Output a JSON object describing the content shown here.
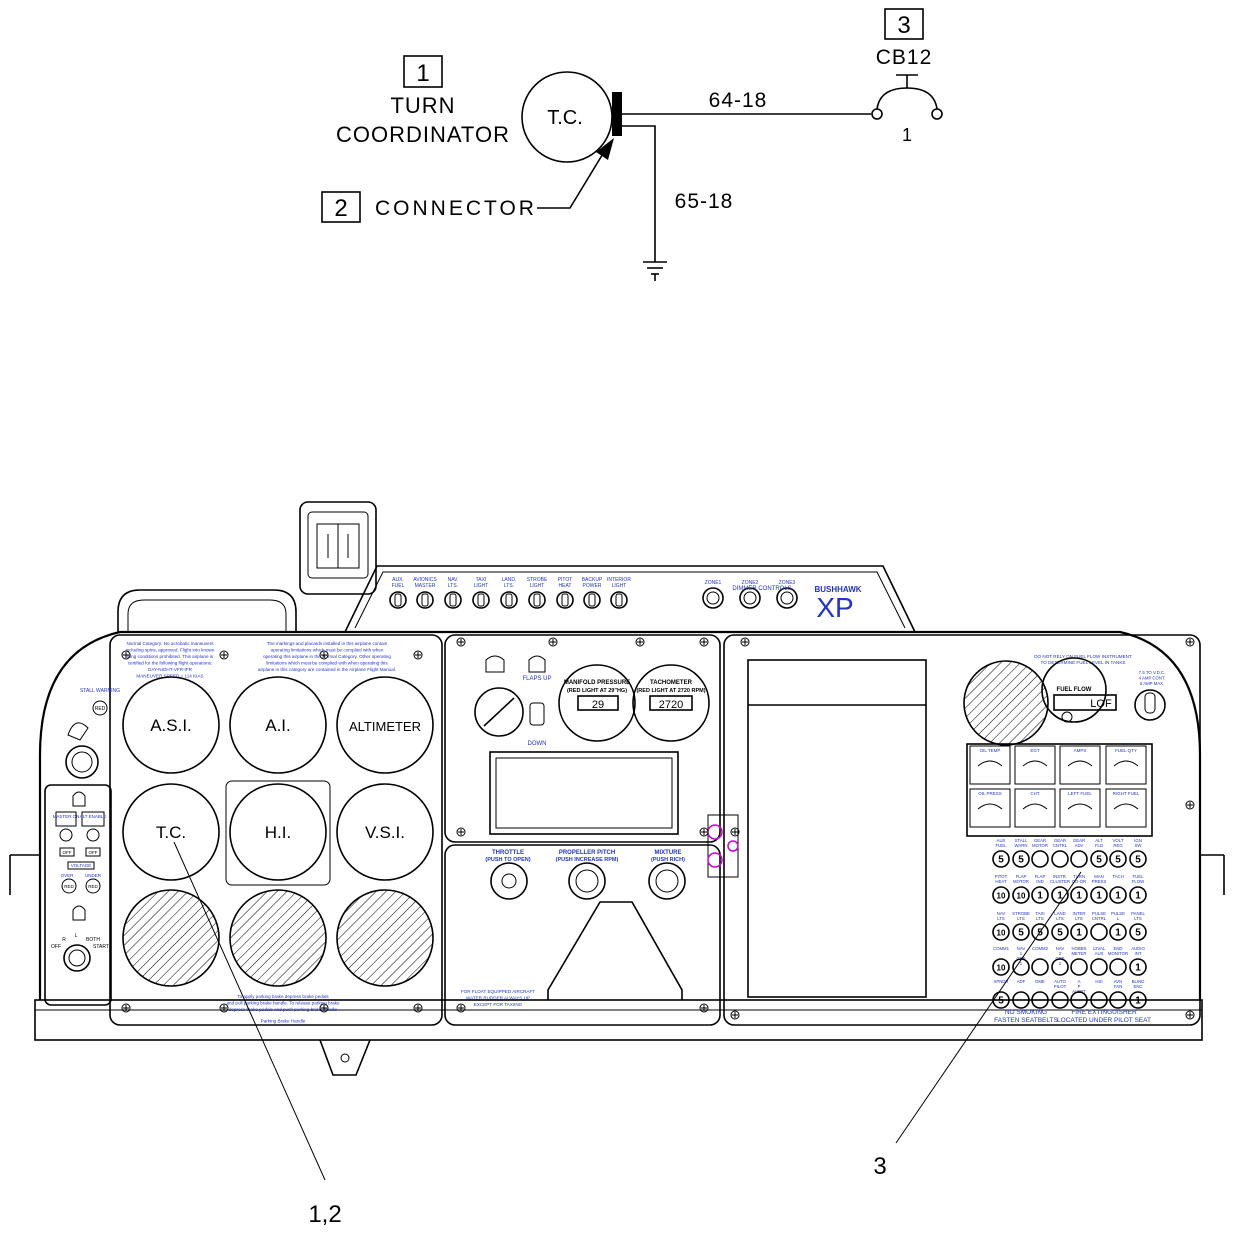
{
  "schematic": {
    "callout_1": "1",
    "callout_2": "2",
    "callout_3": "3",
    "turn_label_1": "TURN",
    "turn_label_2": "COORDINATOR",
    "tc_circle": "T.C.",
    "connector_label": "CONNECTOR",
    "wire_1": "64-18",
    "wire_2": "65-18",
    "breaker_name": "CB12",
    "breaker_rating": "1"
  },
  "panel": {
    "left_placard": [
      "Normal Category: No acrobatic maneuvers",
      "including spins, approved. Flight into known",
      "icing conditions prohibited. This airplane is",
      "certified for the following flight operations:",
      "DAY-NIGHT-VFR-IFR",
      "MANEUVER SPEED = 114 KIAS"
    ],
    "center_placard": [
      "The markings and placards installed in this airplane contain",
      "operating limitations which must be complied with when",
      "operating this airplane in the Normal Category. Other operating",
      "limitations which must be complied with when operating this",
      "airplane in this category are contained in the Airplane Flight Manual."
    ],
    "stall_warning": "STALL WARNING",
    "red": "RED",
    "master": "MASTER ON",
    "alt_enable": "ALT ENABLE",
    "off": "OFF",
    "voltage": "VOLTAGE",
    "over": "OVER",
    "under": "UNDER",
    "mag_r": "R",
    "mag_l": "L",
    "mag_both": "BOTH",
    "mag_off": "OFF",
    "mag_start": "START",
    "gauges": [
      "A.S.I.",
      "A.I.",
      "ALTIMETER",
      "T.C.",
      "H.I.",
      "V.S.I."
    ],
    "parking_text": [
      "To apply parking brake depress brake pedals",
      "and pull parking brake handle. To release parking brake",
      "depress brake pedals and push parking brake handle",
      "Parking Brake Handle"
    ],
    "switches": [
      "AUX. FUEL",
      "AVIONICS MASTER",
      "NAV. LTS.",
      "TAXI LIGHT",
      "LAND. LTS.",
      "STROBE LIGHT",
      "PITOT HEAT",
      "BACKUP POWER",
      "INTERIOR LIGHT"
    ],
    "dimmer_title": "DIMMER CONTROLS",
    "dimmers": [
      "ZONE1",
      "ZONE2",
      "ZONE3"
    ],
    "brand_small": "BUSHHAWK",
    "brand_big": "XP",
    "flaps_up": "FLAPS UP",
    "flaps_down": "DOWN",
    "manifold_title": "MANIFOLD PRESSURE",
    "manifold_sub": "(RED LIGHT AT 29\"HG)",
    "manifold_value": "29",
    "tach_title": "TACHOMETER",
    "tach_sub": "(RED LIGHT AT 2720 RPM)",
    "tach_value": "2720",
    "throttle": "THROTTLE",
    "throttle_sub": "(PUSH TO OPEN)",
    "prop": "PROPELLER PITCH",
    "prop_sub": "(PUSH INCREASE RPM)",
    "mixture": "MIXTURE",
    "mixture_sub": "(PUSH RICH)",
    "float_text": [
      "FOR FLOAT EQUIPPED AIRCRAFT",
      "WATER RUDDER ALWAYS UP",
      "EXCEPT FOR TAXIING"
    ],
    "fuel_note": [
      "DO NOT RELY ON FUEL FLOW INSTRUMENT",
      "TO DETERMINE FUEL LEVEL IN TANKS"
    ],
    "fuel_flow": "FUEL FLOW",
    "fuel_value": "LOF",
    "volt_note": [
      "7.5 TO V.D.C.",
      "4 AMP CONT.",
      "5 AMP MAX."
    ],
    "eng_gauges": [
      "OIL TEMP",
      "EGT",
      "AMPS",
      "FUEL QTY",
      "OIL PRESS",
      "CHT",
      "LEFT FUEL",
      "RIGHT FUEL"
    ],
    "no_smoking": "NO SMOKING",
    "fasten": "FASTEN SEATBELTS",
    "fire_1": "FIRE EXTINGUISHER",
    "fire_2": "LOCATED UNDER PILOT SEAT",
    "breakers": [
      [
        {
          "l": "AUX FUEL",
          "v": "5"
        },
        {
          "l": "STALL WARN",
          "v": "5"
        },
        {
          "l": "GEAR MOTOR",
          "v": ""
        },
        {
          "l": "GEAR CNTRL",
          "v": ""
        },
        {
          "l": "GEAR ADV",
          "v": ""
        },
        {
          "l": "ALT FLD",
          "v": "5"
        },
        {
          "l": "VOLT REG",
          "v": "5"
        },
        {
          "l": "IGN SW",
          "v": "5"
        }
      ],
      [
        {
          "l": "PITOT HEAT",
          "v": "10"
        },
        {
          "l": "FLAP MOTOR",
          "v": "10"
        },
        {
          "l": "FLAP IND",
          "v": "1"
        },
        {
          "l": "INSTR. CLUSTER",
          "v": "1"
        },
        {
          "l": "TURN CO-OR",
          "v": "1"
        },
        {
          "l": "MAN PRESS",
          "v": "1"
        },
        {
          "l": "TACH",
          "v": "1"
        },
        {
          "l": "FUEL FLOW",
          "v": "1"
        }
      ],
      [
        {
          "l": "NAV LTS",
          "v": "10"
        },
        {
          "l": "STROBE LTS",
          "v": "5"
        },
        {
          "l": "TAXI LTS",
          "v": "5"
        },
        {
          "l": "LAND LTS",
          "v": "5"
        },
        {
          "l": "INTER LTS",
          "v": "1"
        },
        {
          "l": "PULSE CNTRL",
          "v": ""
        },
        {
          "l": "PULSE L",
          "v": "1"
        },
        {
          "l": "PANEL LTS",
          "v": "5"
        }
      ],
      [
        {
          "l": "COMM1",
          "v": "10"
        },
        {
          "l": "NAV 1 GPS 1",
          "v": ""
        },
        {
          "l": "COMM2",
          "v": ""
        },
        {
          "l": "NAV 2 GPS 2",
          "v": ""
        },
        {
          "l": "HOBBS METER",
          "v": ""
        },
        {
          "l": "12VAL AUX",
          "v": ""
        },
        {
          "l": "END MONITOR",
          "v": ""
        },
        {
          "l": "AUDIO INT",
          "v": "1"
        }
      ],
      [
        {
          "l": "XPNDR",
          "v": "5"
        },
        {
          "l": "ADF",
          "v": ""
        },
        {
          "l": "DME",
          "v": ""
        },
        {
          "l": "AUTO PILOT",
          "v": ""
        },
        {
          "l": "A P ALERT",
          "v": ""
        },
        {
          "l": "HSI",
          "v": ""
        },
        {
          "l": "AVN FAN",
          "v": ""
        },
        {
          "l": "BLIND ENC",
          "v": "1"
        }
      ]
    ]
  },
  "callouts_bottom": {
    "tc": "1,2",
    "cb": "3"
  }
}
